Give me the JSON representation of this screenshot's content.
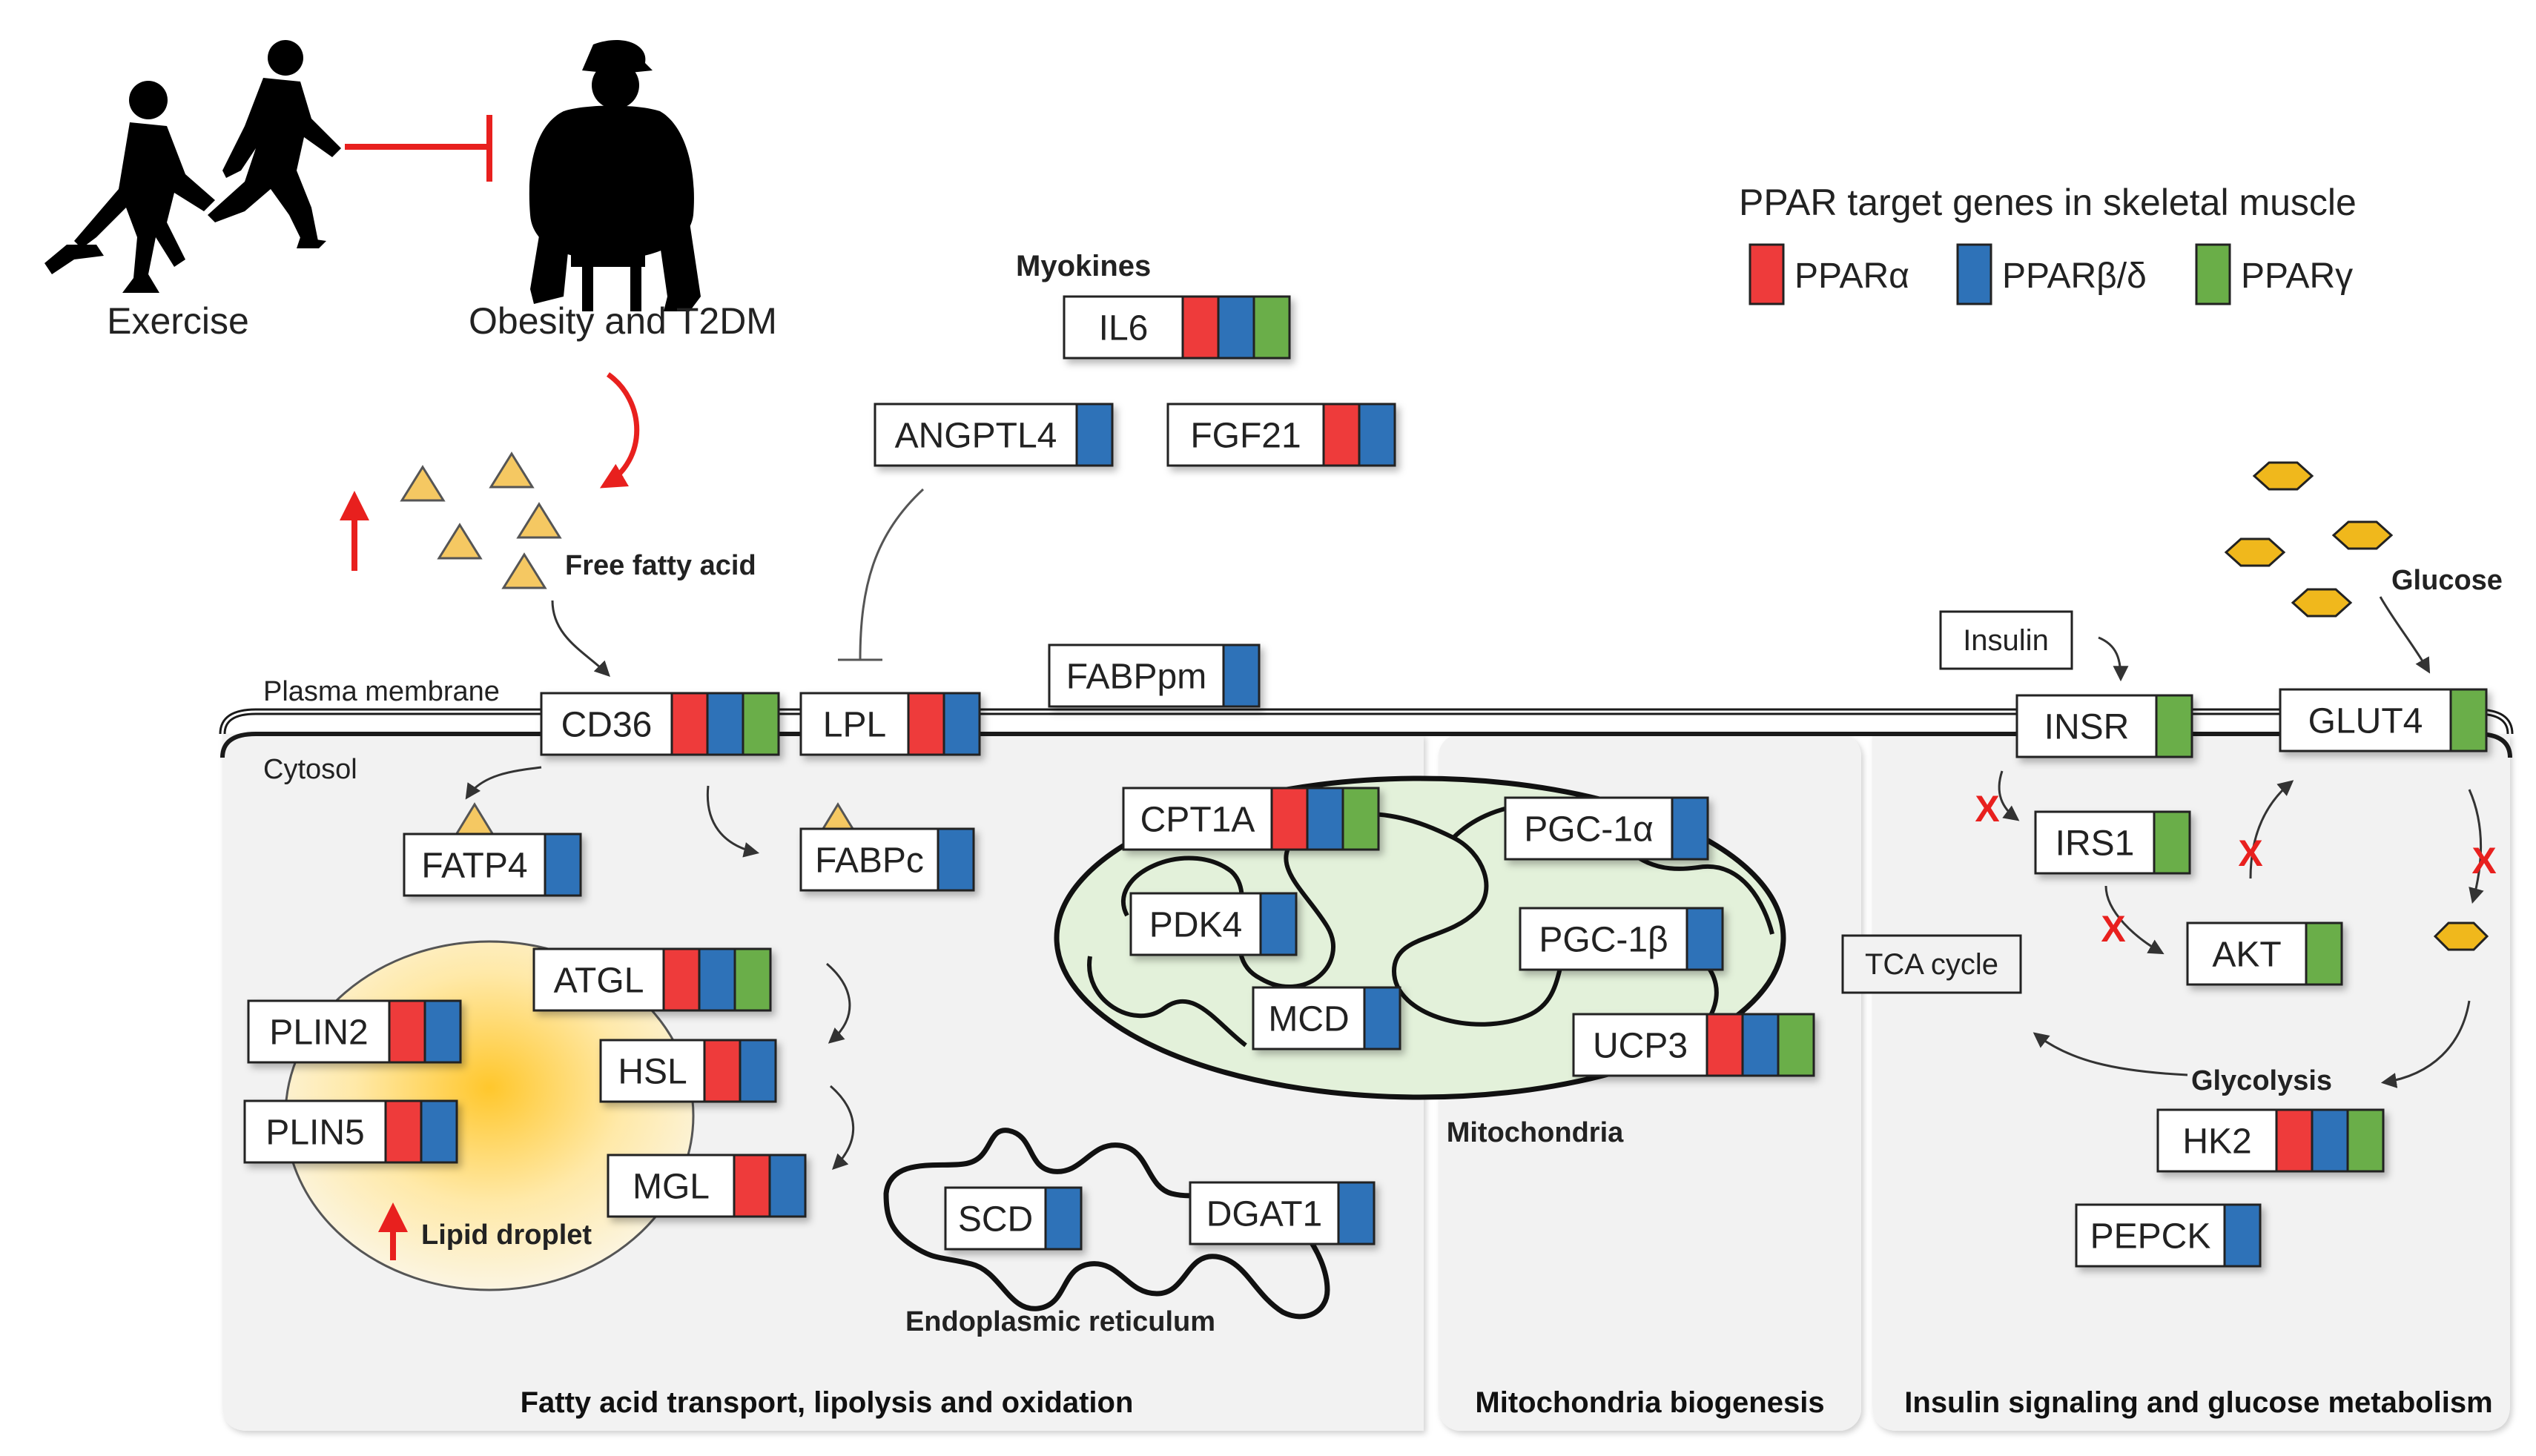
{
  "colors": {
    "ppar_alpha": "#EE3B3B",
    "ppar_beta_delta": "#2E72B8",
    "ppar_gamma": "#6AAE48",
    "panel_fill": "#F2F2F2",
    "mito_fill": "#E3F1DA",
    "arrow_red": "#E8201E",
    "triangle_fill": "#F5C862",
    "hexagon_fill": "#F0B81C",
    "lipid_core": "#FFC72C"
  },
  "top": {
    "exercise_label": "Exercise",
    "obesity_label": "Obesity and T2DM",
    "free_fatty_acid_label": "Free fatty acid",
    "glucose_label": "Glucose",
    "insulin_label": "Insulin",
    "myokines_label": "Myokines"
  },
  "legend": {
    "title": "PPAR target genes in skeletal muscle",
    "items": [
      {
        "label": "PPARα",
        "color": "#EE3B3B"
      },
      {
        "label": "PPARβ/δ",
        "color": "#2E72B8"
      },
      {
        "label": "PPARγ",
        "color": "#6AAE48"
      }
    ]
  },
  "labels": {
    "plasma_membrane": "Plasma membrane",
    "cytosol": "Cytosol",
    "mitochondria": "Mitochondria",
    "tca_cycle": "TCA cycle",
    "glycolysis": "Glycolysis",
    "lipid_droplet": "Lipid droplet",
    "endoplasmic_reticulum": "Endoplasmic reticulum",
    "x_mark": "X"
  },
  "panels": [
    {
      "title": "Fatty acid transport, lipolysis and oxidation"
    },
    {
      "title": "Mitochondria biogenesis"
    },
    {
      "title": "Insulin signaling and glucose metabolism"
    }
  ],
  "genes": [
    {
      "name": "IL6",
      "ppar": [
        "alpha",
        "beta_delta",
        "gamma"
      ]
    },
    {
      "name": "ANGPTL4",
      "ppar": [
        "beta_delta"
      ]
    },
    {
      "name": "FGF21",
      "ppar": [
        "alpha",
        "beta_delta"
      ]
    },
    {
      "name": "FABPpm",
      "ppar": [
        "beta_delta"
      ]
    },
    {
      "name": "CD36",
      "ppar": [
        "alpha",
        "beta_delta",
        "gamma"
      ]
    },
    {
      "name": "LPL",
      "ppar": [
        "alpha",
        "beta_delta"
      ]
    },
    {
      "name": "FATP4",
      "ppar": [
        "beta_delta"
      ]
    },
    {
      "name": "FABPc",
      "ppar": [
        "beta_delta"
      ]
    },
    {
      "name": "ATGL",
      "ppar": [
        "alpha",
        "beta_delta",
        "gamma"
      ]
    },
    {
      "name": "PLIN2",
      "ppar": [
        "alpha",
        "beta_delta"
      ]
    },
    {
      "name": "HSL",
      "ppar": [
        "alpha",
        "beta_delta"
      ]
    },
    {
      "name": "PLIN5",
      "ppar": [
        "alpha",
        "beta_delta"
      ]
    },
    {
      "name": "MGL",
      "ppar": [
        "alpha",
        "beta_delta"
      ]
    },
    {
      "name": "SCD",
      "ppar": [
        "beta_delta"
      ]
    },
    {
      "name": "DGAT1",
      "ppar": [
        "beta_delta"
      ]
    },
    {
      "name": "CPT1A",
      "ppar": [
        "alpha",
        "beta_delta",
        "gamma"
      ]
    },
    {
      "name": "PDK4",
      "ppar": [
        "beta_delta"
      ]
    },
    {
      "name": "MCD",
      "ppar": [
        "beta_delta"
      ]
    },
    {
      "name": "PGC-1α",
      "ppar": [
        "beta_delta"
      ]
    },
    {
      "name": "PGC-1β",
      "ppar": [
        "beta_delta"
      ]
    },
    {
      "name": "UCP3",
      "ppar": [
        "alpha",
        "beta_delta",
        "gamma"
      ]
    },
    {
      "name": "INSR",
      "ppar": [
        "gamma"
      ]
    },
    {
      "name": "GLUT4",
      "ppar": [
        "gamma"
      ]
    },
    {
      "name": "IRS1",
      "ppar": [
        "gamma"
      ]
    },
    {
      "name": "AKT",
      "ppar": [
        "gamma"
      ]
    },
    {
      "name": "HK2",
      "ppar": [
        "alpha",
        "beta_delta",
        "gamma"
      ]
    },
    {
      "name": "PEPCK",
      "ppar": [
        "beta_delta"
      ]
    }
  ]
}
